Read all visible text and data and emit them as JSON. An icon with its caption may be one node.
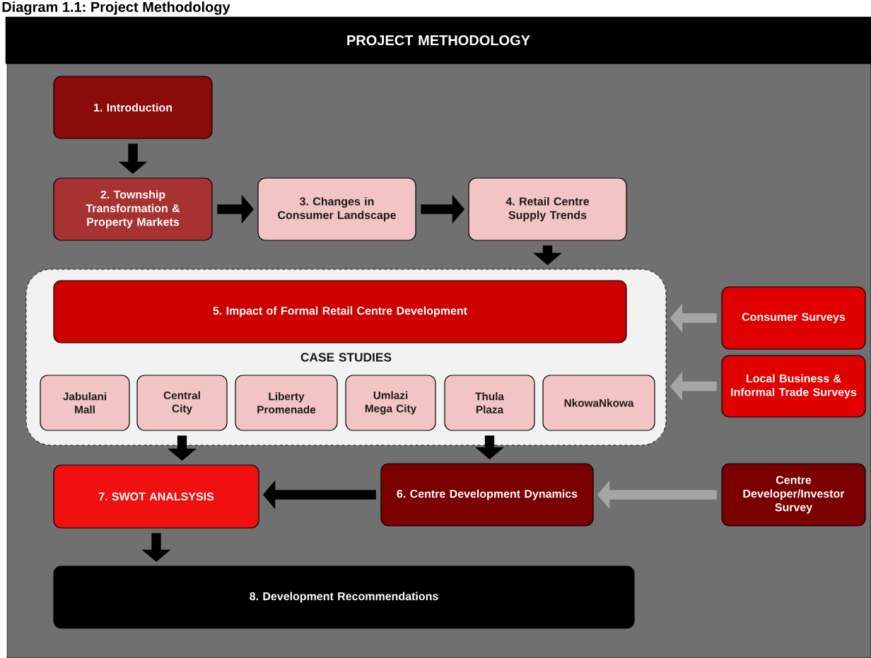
{
  "diagram": {
    "title": "Diagram 1.1: Project Methodology",
    "nodes": [
      {
        "text": [
          "PROJECT METHODOLOGY"
        ]
      },
      {
        "text": [
          "1. Introduction"
        ]
      },
      {
        "text": [
          "2. Township Transformation & Property Markets"
        ]
      },
      {
        "text": [
          "3. Changes in Consumer Landscape"
        ]
      },
      {
        "text": [
          "4. Retail Centre Supply Trends"
        ]
      },
      {
        "text": [
          "CASE STUDIES"
        ]
      },
      {
        "text": [
          "5. Impact of Formal Retail Centre Development"
        ],
        "in": 5
      },
      {
        "text": [
          "Jabulani Mall"
        ],
        "in": 5
      },
      {
        "text": [
          "Central City"
        ],
        "in": 5
      },
      {
        "text": [
          "Liberty Promenade"
        ],
        "in": 5
      },
      {
        "text": [
          "Umlazi Mega City"
        ],
        "in": 5
      },
      {
        "text": [
          "Thula Plaza"
        ],
        "in": 5
      },
      {
        "text": [
          "NkowaNkowa"
        ],
        "in": 5
      },
      {
        "text": [
          "Consumer Surveys"
        ]
      },
      {
        "text": [
          "Local Business & Informal Trade Surveys"
        ]
      },
      {
        "text": [
          "7. SWOT ANALSYSIS"
        ]
      },
      {
        "text": [
          "6. Centre Development Dynamics"
        ]
      },
      {
        "text": [
          "Centre Developer/Investor Survey"
        ]
      },
      {
        "text": [
          "8. Development Recommendations"
        ]
      }
    ],
    "edges": [
      {
        "from": 1,
        "to": 2,
        "arrow": "to"
      },
      {
        "from": 2,
        "to": 3,
        "arrow": "to"
      },
      {
        "from": 3,
        "to": 4,
        "arrow": "to"
      },
      {
        "from": 4,
        "to": 5,
        "arrow": "to"
      },
      {
        "from": 13,
        "to": 5,
        "arrow": "to",
        "color": "#a6a6a6"
      },
      {
        "from": 14,
        "to": 5,
        "arrow": "to",
        "color": "#a6a6a6"
      },
      {
        "from": 8,
        "to": 15,
        "arrow": "to"
      },
      {
        "from": 11,
        "to": 16,
        "arrow": "to"
      },
      {
        "from": 16,
        "to": 15,
        "arrow": "to"
      },
      {
        "from": 17,
        "to": 16,
        "arrow": "to",
        "color": "#a6a6a6"
      },
      {
        "from": 15,
        "to": 18,
        "arrow": "to"
      }
    ]
  }
}
